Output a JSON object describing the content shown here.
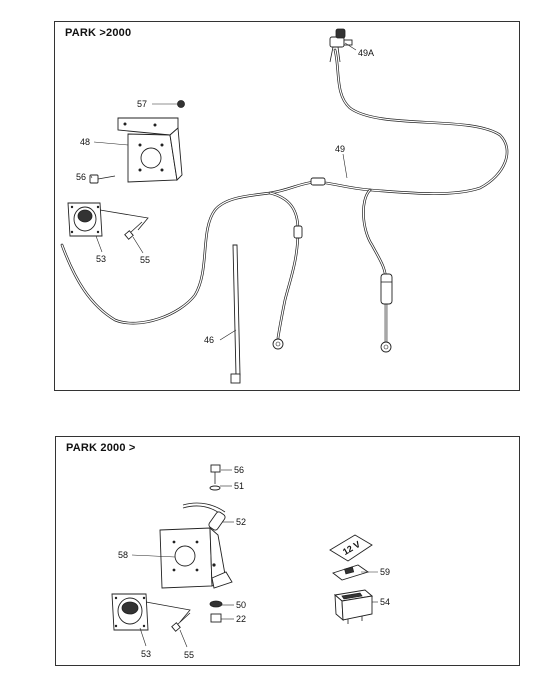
{
  "top_panel": {
    "title": "PARK >2000",
    "callouts": {
      "p49a": "49A",
      "p57": "57",
      "p48": "48",
      "p49": "49",
      "p56": "56",
      "p53": "53",
      "p55": "55",
      "p46": "46"
    }
  },
  "bottom_panel": {
    "title": "PARK 2000 >",
    "callouts": {
      "p56": "56",
      "p51": "51",
      "p52": "52",
      "p58": "58",
      "p59": "59",
      "p50": "50",
      "p54": "54",
      "p22": "22",
      "p53": "53",
      "p55": "55"
    },
    "label_12v": "12 V"
  }
}
